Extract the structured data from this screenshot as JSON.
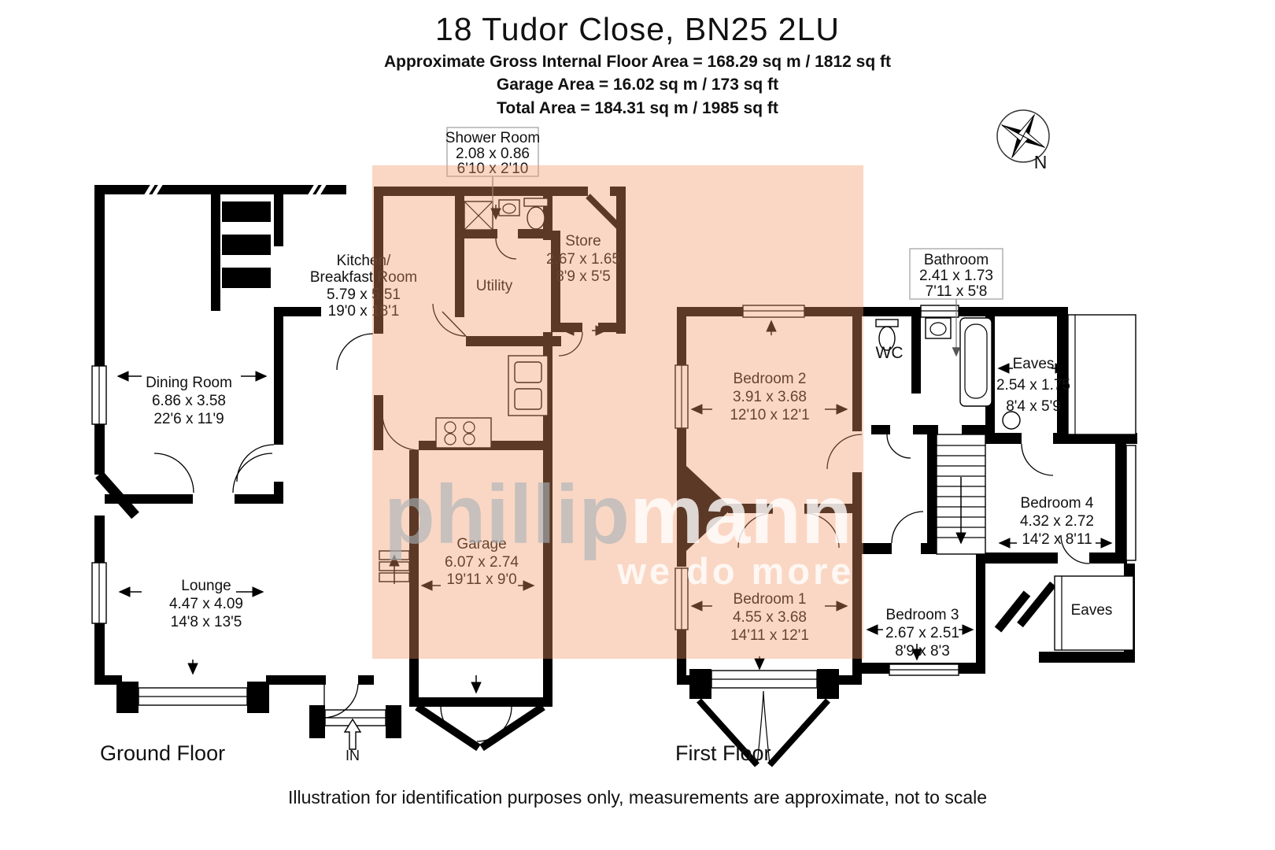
{
  "header": {
    "title": "18 Tudor Close, BN25 2LU",
    "line1": "Approximate Gross Internal Floor Area = 168.29 sq m / 1812 sq ft",
    "line2": "Garage Area = 16.02 sq m / 173 sq ft",
    "line3": "Total Area = 184.31 sq m / 1985 sq ft"
  },
  "ground_floor": {
    "label": "Ground Floor",
    "entrance_label": "IN",
    "rooms": {
      "dining": {
        "name": "Dining Room",
        "metric": "6.86 x 3.58",
        "imperial": "22'6 x 11'9"
      },
      "lounge": {
        "name": "Lounge",
        "metric": "4.47 x 4.09",
        "imperial": "14'8 x 13'5"
      },
      "kitchen": {
        "name_line1": "Kitchen/",
        "name_line2": "Breakfast Room",
        "metric": "5.79 x 5.51",
        "imperial": "19'0 x 18'1"
      },
      "utility": {
        "name": "Utility"
      },
      "shower": {
        "name": "Shower Room",
        "metric": "2.08 x 0.86",
        "imperial": "6'10 x 2'10"
      },
      "store": {
        "name": "Store",
        "metric": "2.67 x 1.65",
        "imperial": "8'9 x 5'5"
      },
      "garage": {
        "name": "Garage",
        "metric": "6.07 x 2.74",
        "imperial": "19'11 x 9'0"
      }
    }
  },
  "first_floor": {
    "label": "First Floor",
    "rooms": {
      "bedroom1": {
        "name": "Bedroom 1",
        "metric": "4.55 x 3.68",
        "imperial": "14'11 x 12'1"
      },
      "bedroom2": {
        "name": "Bedroom 2",
        "metric": "3.91 x 3.68",
        "imperial": "12'10 x 12'1"
      },
      "bedroom3": {
        "name": "Bedroom 3",
        "metric": "2.67 x 2.51",
        "imperial": "8'9 x 8'3"
      },
      "bedroom4": {
        "name": "Bedroom 4",
        "metric": "4.32 x 2.72",
        "imperial": "14'2 x 8'11"
      },
      "bathroom": {
        "name": "Bathroom",
        "metric": "2.41 x 1.73",
        "imperial": "7'11 x 5'8"
      },
      "wc": {
        "name": "WC"
      },
      "eaves_top": {
        "name": "Eaves",
        "metric": "2.54 x 1.75",
        "imperial": "8'4 x 5'9"
      },
      "eaves_bottom": {
        "name": "Eaves"
      }
    }
  },
  "compass": {
    "label": "N"
  },
  "watermark": {
    "part1": "phillip",
    "part2": "mann",
    "tagline": "we do more"
  },
  "footer": {
    "disclaimer": "Illustration for identification purposes only, measurements are approximate, not to scale"
  },
  "colors": {
    "highlight": "#f39763",
    "wall": "#000000",
    "watermark_gray": "#a9b2ba",
    "watermark_white": "#ffffff"
  }
}
